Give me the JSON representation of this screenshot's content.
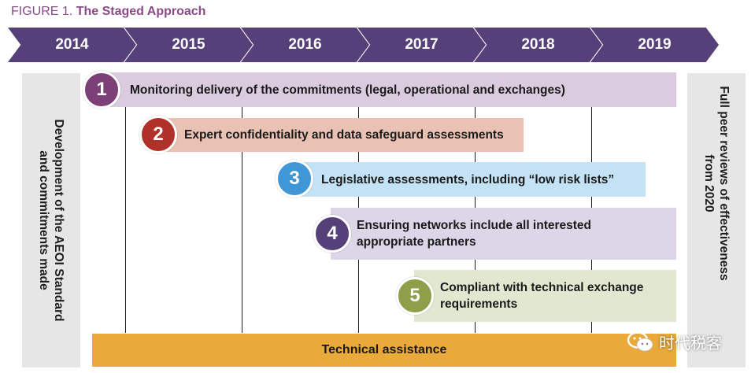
{
  "figure": {
    "label": "FIGURE 1.",
    "title": "The Staged Approach"
  },
  "timeline": {
    "years": [
      "2014",
      "2015",
      "2016",
      "2017",
      "2018",
      "2019"
    ]
  },
  "left_panel": {
    "line1": "Development of the AEOI Standard",
    "line2": "and commitments made"
  },
  "right_panel": {
    "line1": "Full peer reviews of effectiveness",
    "line2": "from 2020"
  },
  "stages": [
    {
      "number": "1",
      "line1": "Monitoring delivery of the commitments (legal, operational and exchanges)",
      "line2": ""
    },
    {
      "number": "2",
      "line1": "Expert confidentiality and data safeguard assessments",
      "line2": ""
    },
    {
      "number": "3",
      "line1": "Legislative assessments, including “low risk lists”",
      "line2": ""
    },
    {
      "number": "4",
      "line1": "Ensuring networks include all interested",
      "line2": "appropriate partners"
    },
    {
      "number": "5",
      "line1": "Compliant with technical exchange",
      "line2": "requirements"
    }
  ],
  "technical_assistance": {
    "label": "Technical assistance"
  },
  "watermark": {
    "text": "时代税客",
    "icon": "wechat-icon"
  },
  "colors": {
    "title": "#8a4a86",
    "chevron": "#55407a",
    "side_panel": "#e6e6e6",
    "stage1_circle": "#7c3f78",
    "stage1_bar": "#dacbdf",
    "stage2_circle": "#b0302a",
    "stage2_bar": "#e9c2b3",
    "stage3_circle": "#3f97d6",
    "stage3_bar": "#c4e2f5",
    "stage4_circle": "#55407a",
    "stage4_bar": "#dcd6e8",
    "stage5_circle": "#8e9f4a",
    "stage5_bar": "#e2e8d0",
    "technical_assistance": "#e9a93b"
  }
}
